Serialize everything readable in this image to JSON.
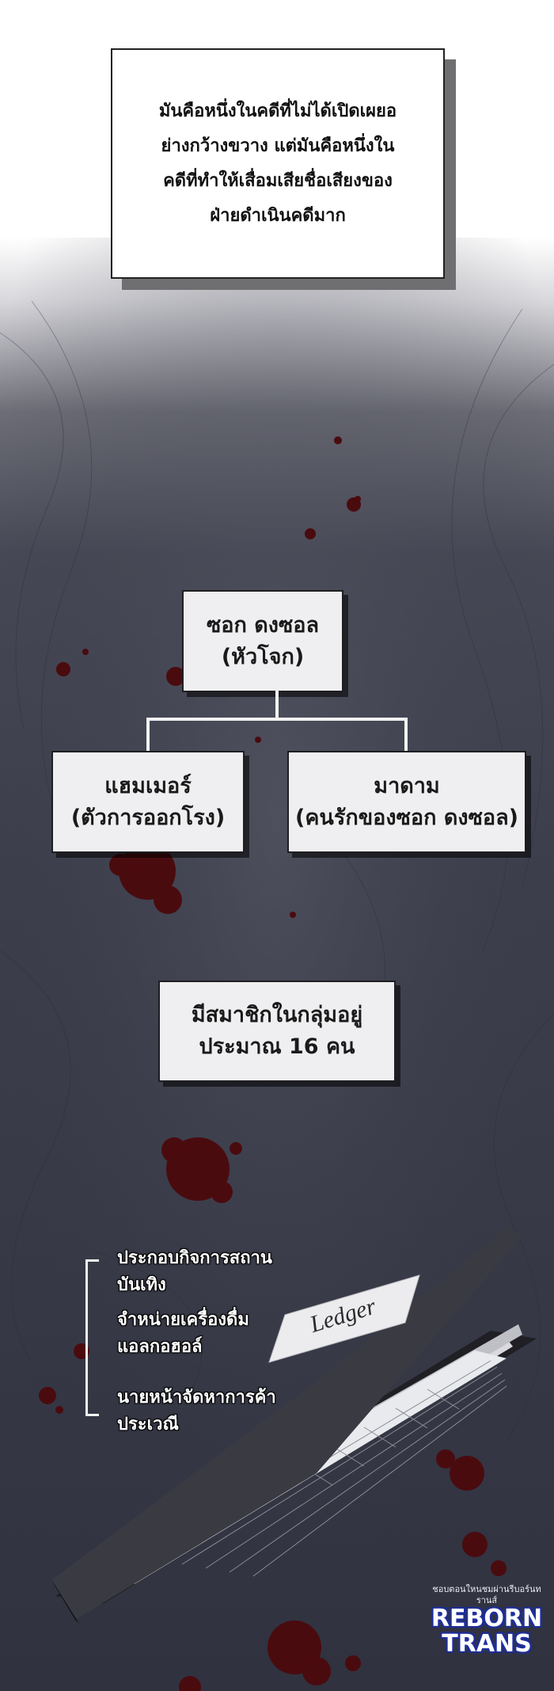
{
  "caption": {
    "lines": [
      "มันคือหนึ่งในคดีที่ไม่ได้เปิดเผยอ",
      "ย่างกว้างขวาง แต่มันคือหนึ่งใน",
      "คดีที่ทำให้เสื่อมเสียชื่อเสียงของ",
      "ฝ่ายดำเนินคดีมาก"
    ]
  },
  "org_chart": {
    "boss": {
      "name": "ซอก ดงซอล",
      "role": "(หัวโจก)"
    },
    "left": {
      "name": "แฮมเมอร์",
      "role": "(ตัวการออกโรง)"
    },
    "right": {
      "name": "มาดาม",
      "role": "(คนรักของซอก ดงซอล)"
    }
  },
  "members": {
    "line1": "มีสมาชิกในกลุ่มอยู่",
    "line2": "ประมาณ 16 คน"
  },
  "business_list": [
    {
      "line1": "ประกอบกิจการสถาน",
      "line2": "บันเทิง"
    },
    {
      "line1": "จำหน่ายเครื่องดื่ม",
      "line2": "แอลกอฮอล์"
    },
    {
      "line1": "นายหน้าจัดหาการค้า",
      "line2": "ประเวณี"
    }
  ],
  "ledger": {
    "label": "Ledger"
  },
  "watermark": {
    "small": "ชอบตอนใหนชมผ่านรีบอร์นทรานส์",
    "line1": "REBORN",
    "line2": "TRANS"
  },
  "colors": {
    "blood": "#4a0b0f",
    "panel": "#efeff1",
    "ink": "#1a1a1a"
  }
}
